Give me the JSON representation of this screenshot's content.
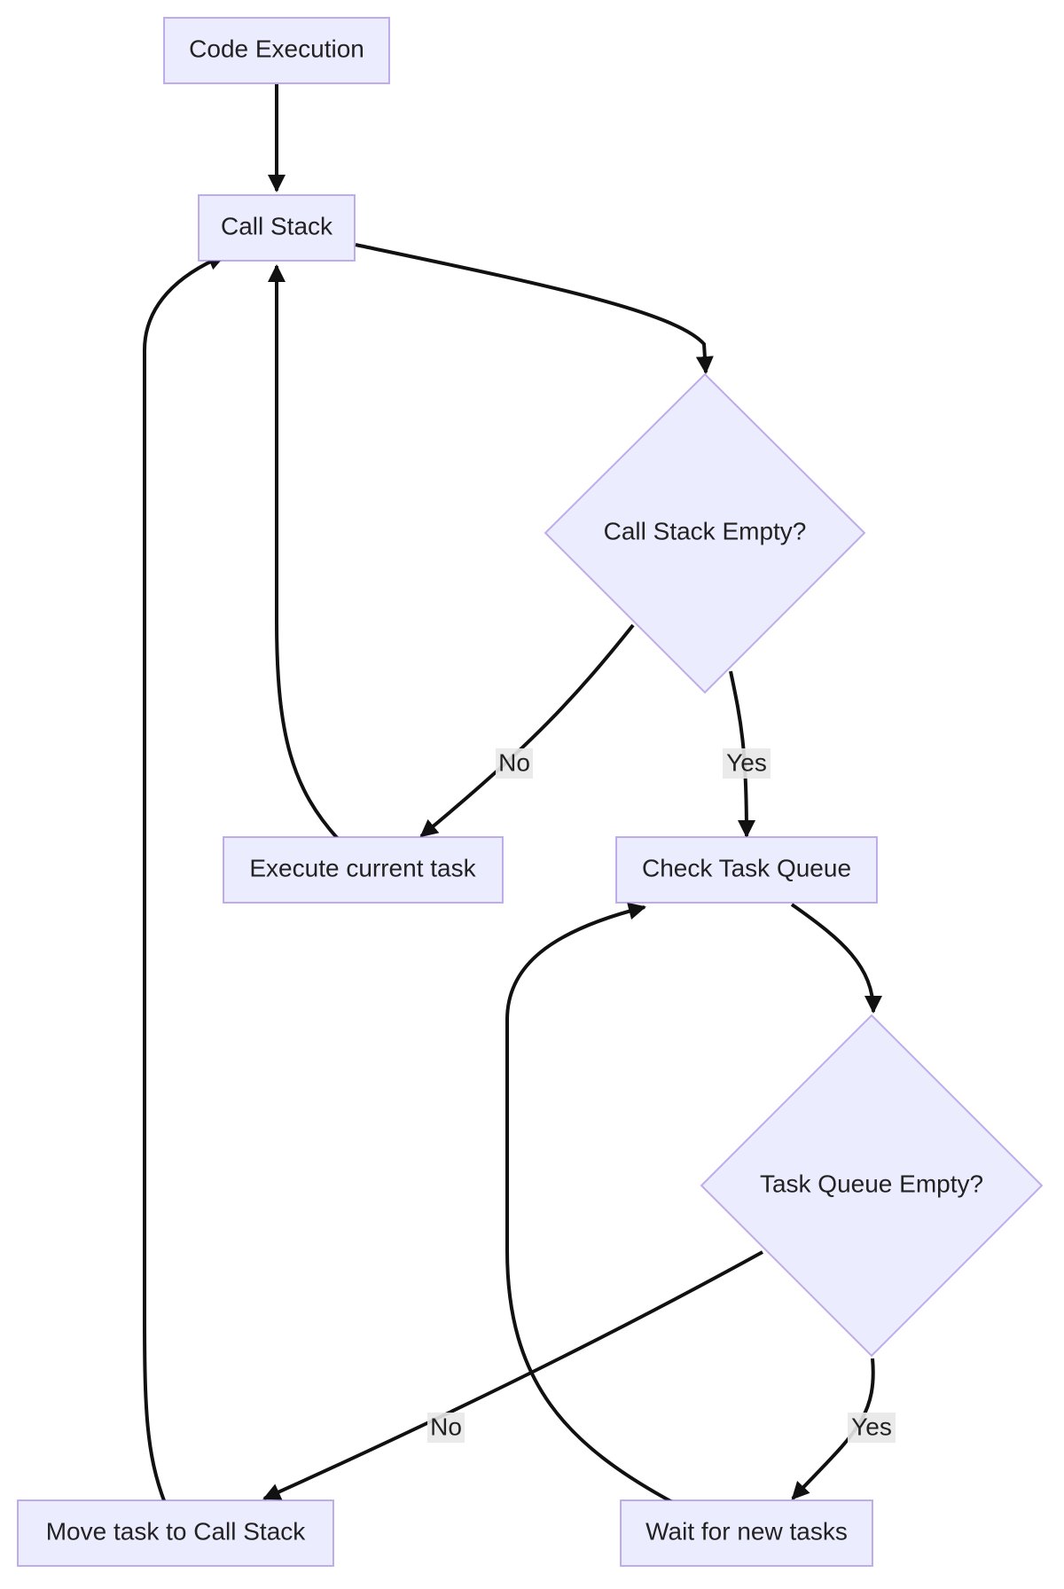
{
  "nodes": {
    "code_execution": "Code Execution",
    "call_stack": "Call Stack",
    "call_stack_empty": "Call Stack Empty?",
    "execute_current_task": "Execute current task",
    "check_task_queue": "Check Task Queue",
    "task_queue_empty": "Task Queue Empty?",
    "move_task": "Move task to Call Stack",
    "wait_for_tasks": "Wait for new tasks"
  },
  "edge_labels": {
    "stack_no": "No",
    "stack_yes": "Yes",
    "queue_no": "No",
    "queue_yes": "Yes"
  },
  "colors": {
    "node_fill": "#ECECFF",
    "node_stroke": "#9370DB",
    "edge": "#111111",
    "label_bg": "#e8e8e8"
  }
}
